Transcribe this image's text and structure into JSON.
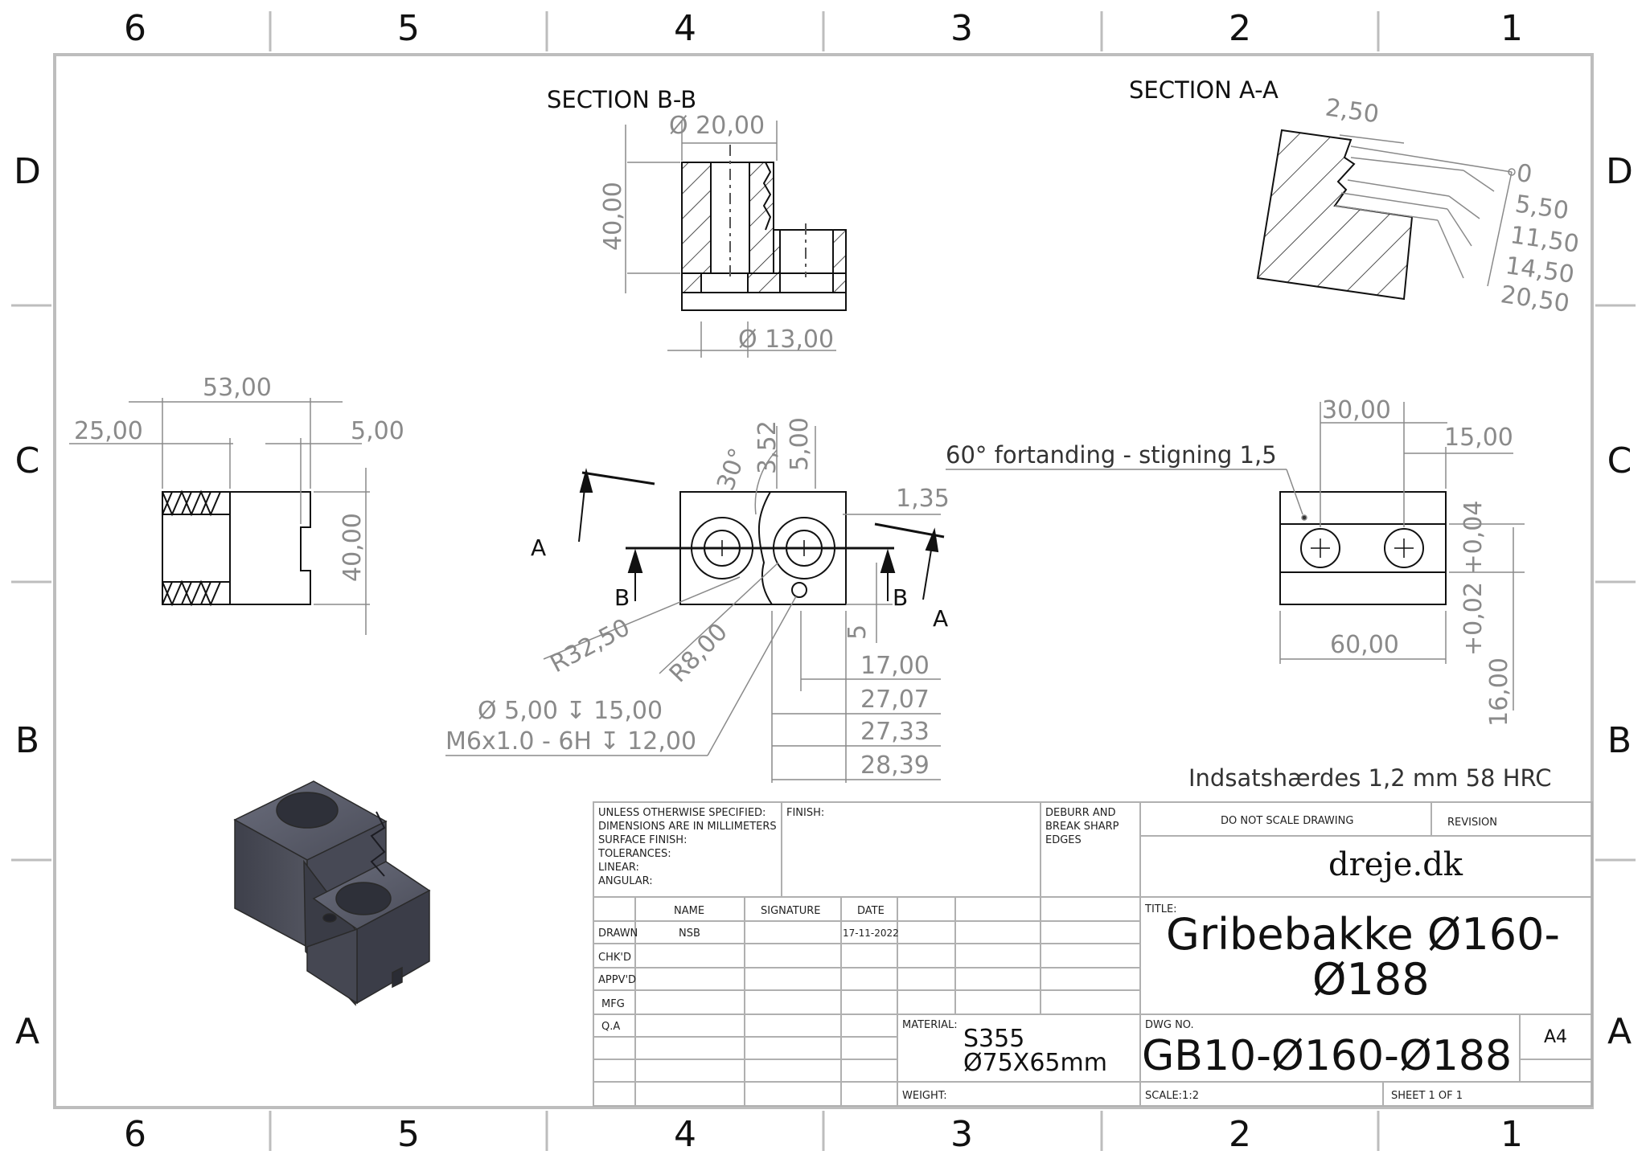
{
  "zones": {
    "columns": [
      "6",
      "5",
      "4",
      "3",
      "2",
      "1"
    ],
    "rows": [
      "D",
      "C",
      "B",
      "A"
    ]
  },
  "views": {
    "section_b": {
      "title": "SECTION B-B",
      "dims": {
        "dia_top": "Ø 20,00",
        "height": "40,00",
        "dia_bottom": "Ø 13,00"
      }
    },
    "section_a": {
      "title": "SECTION A-A",
      "dims": {
        "pitch": "2,50",
        "d0": "0",
        "d1": "5,50",
        "d2": "11,50",
        "d3": "14,50",
        "d4": "20,50"
      }
    },
    "left_view": {
      "dims": {
        "width": "53,00",
        "left": "25,00",
        "right": "5,00",
        "height": "40,00"
      }
    },
    "top_view": {
      "dims": {
        "angle": "30°",
        "d352": "3,52",
        "d500": "5,00",
        "d135": "1,35",
        "radius_big": "R32,50",
        "radius_small": "R8,00",
        "d5": "5",
        "d1700": "17,00",
        "d2707": "27,07",
        "d2733": "27,33",
        "d2839": "28,39",
        "hole1": "Ø 5,00 ↧ 15,00",
        "hole2": "M6x1.0 - 6H ↧ 12,00"
      },
      "labels": {
        "a_left": "A",
        "a_right": "A",
        "b_left": "B",
        "b_right": "B"
      }
    },
    "right_view": {
      "note": "60° fortanding - stigning 1,5",
      "dims": {
        "spacing": "30,00",
        "offset": "15,00",
        "width": "60,00",
        "tol": "+0,02 +0,04",
        "height": "16,00"
      }
    },
    "hardening_note": "Indsatshærdes 1,2 mm 58 HRC"
  },
  "title_block": {
    "spec_lines": [
      "UNLESS OTHERWISE SPECIFIED:",
      "DIMENSIONS ARE IN MILLIMETERS",
      "SURFACE FINISH:",
      "TOLERANCES:",
      "   LINEAR:",
      "   ANGULAR:"
    ],
    "finish": "FINISH:",
    "deburr_lines": [
      "DEBURR AND",
      "BREAK SHARP",
      "EDGES"
    ],
    "do_not_scale": "DO NOT SCALE DRAWING",
    "revision": "REVISION",
    "company": "dreje.dk",
    "col_name": "NAME",
    "col_signature": "SIGNATURE",
    "col_date": "DATE",
    "rows": [
      "DRAWN",
      "CHK'D",
      "APPV'D",
      "MFG",
      "Q.A"
    ],
    "drawn_name": "NSB",
    "drawn_date": "17-11-2022",
    "title_label": "TITLE:",
    "title_lines": [
      "Gribebakke Ø160-",
      "Ø188"
    ],
    "material_label": "MATERIAL:",
    "material_lines": [
      "S355",
      "Ø75X65mm"
    ],
    "dwg_label": "DWG NO.",
    "dwg_no": "GB10-Ø160-Ø188",
    "size": "A4",
    "weight": "WEIGHT:",
    "scale": "SCALE:1:2",
    "sheet": "SHEET 1 OF 1"
  }
}
